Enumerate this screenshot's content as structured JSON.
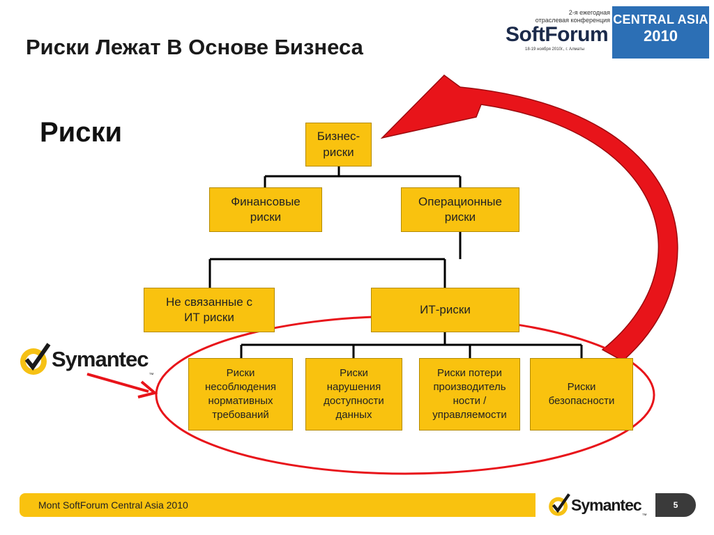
{
  "slide": {
    "title": "Риски Лежат В Основе Бизнеса",
    "subtitle": "Риски"
  },
  "conference_logo": {
    "line1": "2-я ежегодная",
    "line2": "отраслевая конференция",
    "name": "SoftForum",
    "dates": "18-19 ноября 2010г., г. Алматы",
    "region": "CENTRAL ASIA",
    "year": "2010"
  },
  "diagram": {
    "root": "Бизнес-\nриски",
    "level1": [
      "Финансовые\nриски",
      "Операционные\nриски"
    ],
    "level2": [
      "Не связанные с\nИТ риски",
      "ИТ-риски"
    ],
    "level3": [
      "Риски\nнесоблюдения\nнормативных\nтребований",
      "Риски\nнарушения\nдоступности\nданных",
      "Риски потери\nпроизводитель\nности /\nуправляемости",
      "Риски\nбезопасности"
    ]
  },
  "symantec_logo": {
    "word": "Symantec",
    "tm": "™"
  },
  "footer": {
    "text": "Mont SoftForum Central Asia 2010",
    "page_number": "5"
  },
  "colors": {
    "node_fill": "#f9c20f",
    "arrow_red": "#e8141a",
    "conference_blue": "#2c6fb5",
    "symantec_yellow": "#f6c114"
  }
}
